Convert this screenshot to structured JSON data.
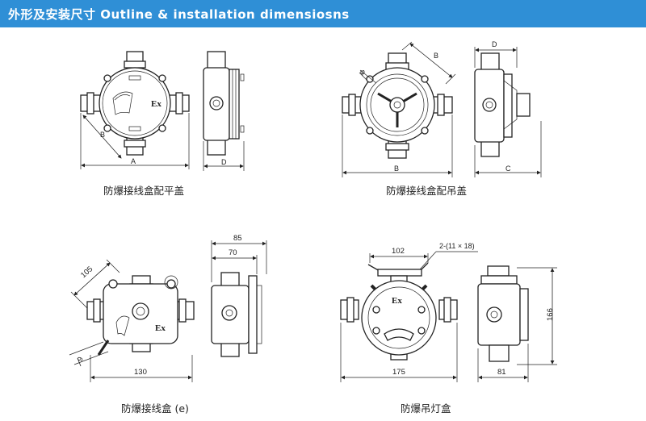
{
  "header": {
    "title": "外形及安装尺寸 Outline & installation dimensiosns"
  },
  "colors": {
    "header_bg": "#2f8fd6",
    "header_text": "#ffffff",
    "line": "#222222"
  },
  "figures": {
    "flat_cover": {
      "caption": "防爆接线盒配平盖",
      "dim_a": "A",
      "dim_b": "B",
      "dim_d": "D",
      "mark": "Ex"
    },
    "hanging_cover": {
      "caption": "防爆接线盒配吊盖",
      "dim_b_top": "B",
      "dim_d": "D",
      "dim_b": "B",
      "dim_c": "C",
      "dim_phi": "φ"
    },
    "junction_box_e": {
      "caption": "防爆接线盒 (e)",
      "dim_105": "105",
      "dim_9": "9",
      "dim_130": "130",
      "dim_85": "85",
      "dim_70": "70",
      "mark": "Ex"
    },
    "lamp_box": {
      "caption": "防爆吊灯盒",
      "dim_102": "102",
      "dim_holes": "2-(11 × 18)",
      "dim_175": "175",
      "dim_166": "166",
      "dim_81": "81",
      "mark": "Ex"
    }
  }
}
